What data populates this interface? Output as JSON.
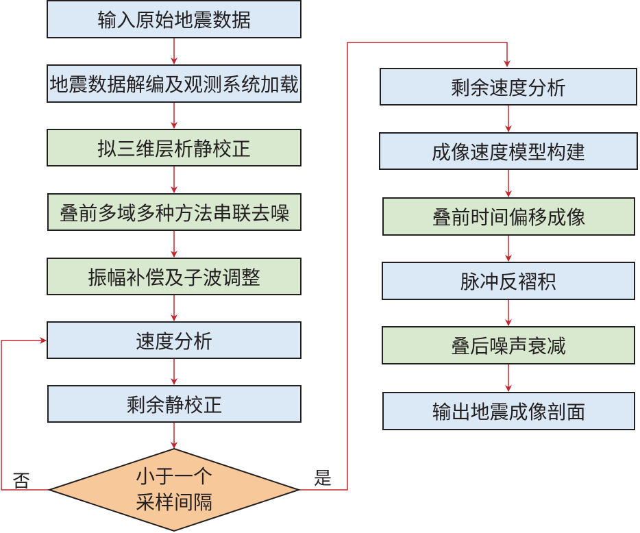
{
  "colors": {
    "blue_fill": "#dbe8f5",
    "green_fill": "#d8e9cf",
    "decision_fill": "#f7c89a",
    "arrow": "#c0272d",
    "border": "#231f20"
  },
  "left_column": [
    {
      "label": "输入原始地震数据",
      "fill": "blue"
    },
    {
      "label": "地震数据解编及观测系统加载",
      "fill": "blue"
    },
    {
      "label": "拟三维层析静校正",
      "fill": "green"
    },
    {
      "label": "叠前多域多种方法串联去噪",
      "fill": "green"
    },
    {
      "label": "振幅补偿及子波调整",
      "fill": "green"
    },
    {
      "label": "速度分析",
      "fill": "blue"
    },
    {
      "label": "剩余静校正",
      "fill": "blue"
    }
  ],
  "decision": {
    "line1": "小于一个",
    "line2": "采样间隔",
    "no_label": "否",
    "yes_label": "是"
  },
  "right_column": [
    {
      "label": "剩余速度分析",
      "fill": "blue"
    },
    {
      "label": "成像速度模型构建",
      "fill": "blue"
    },
    {
      "label": "叠前时间偏移成像",
      "fill": "green"
    },
    {
      "label": "脉冲反褶积",
      "fill": "blue"
    },
    {
      "label": "叠后噪声衰减",
      "fill": "green"
    },
    {
      "label": "输出地震成像剖面",
      "fill": "blue"
    }
  ]
}
